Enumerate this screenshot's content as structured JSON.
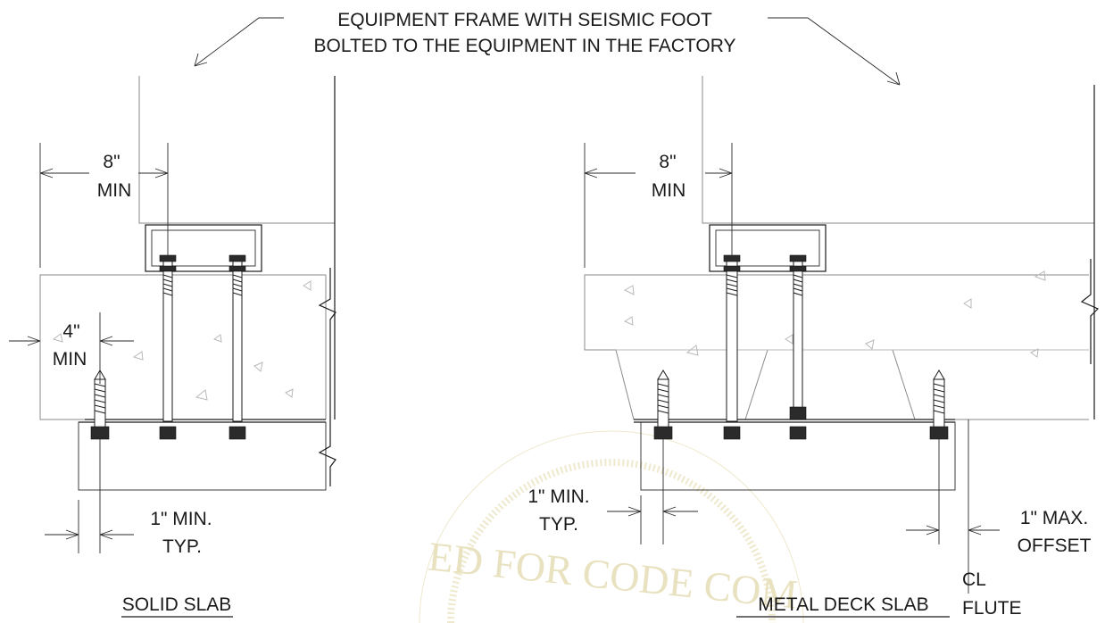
{
  "callout": {
    "line1": "EQUIPMENT FRAME WITH SEISMIC FOOT",
    "line2": "BOLTED TO THE EQUIPMENT IN THE FACTORY"
  },
  "left_detail": {
    "dim_8_value": "8\"",
    "dim_8_unit": "MIN",
    "dim_4_value": "4\"",
    "dim_4_unit": "MIN",
    "edge_line1": "1\" MIN.",
    "edge_line2": "TYP.",
    "title": "SOLID SLAB"
  },
  "right_detail": {
    "dim_8_value": "8\"",
    "dim_8_unit": "MIN",
    "edge_line1": "1\" MIN.",
    "edge_line2": "TYP.",
    "offset_line1": "1\" MAX.",
    "offset_line2": "OFFSET",
    "cl_label": "CL",
    "flute_label": "FLUTE",
    "title": "METAL DECK SLAB"
  },
  "watermark": {
    "text": "ED FOR CODE COM"
  },
  "colors": {
    "line": "#1a1a1a",
    "concrete_outline": "#8a8a8a",
    "watermark": "#e8e2c0"
  }
}
